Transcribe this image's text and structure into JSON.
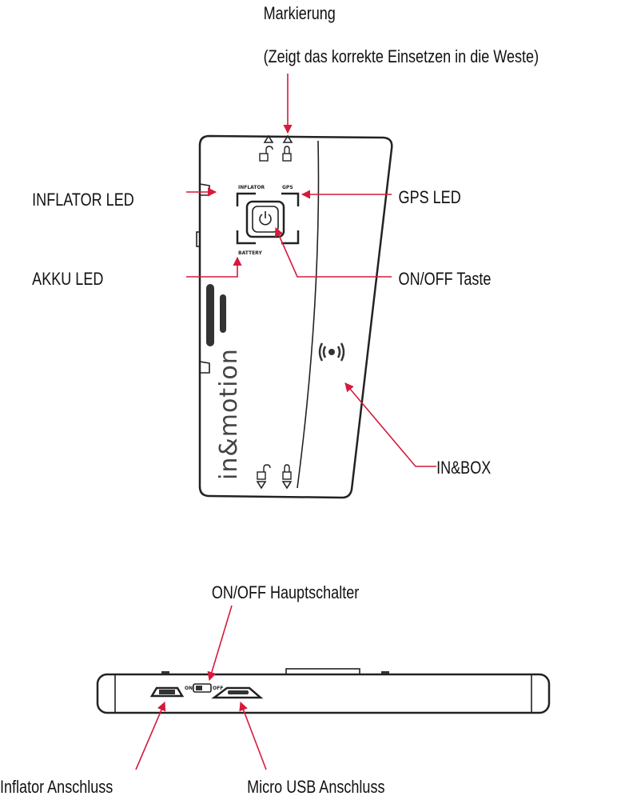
{
  "labels": {
    "markierung": "Markierung",
    "markierung_note": "(Zeigt das korrekte Einsetzen in die Weste)",
    "inflator_led": "INFLATOR LED",
    "gps_led": "GPS LED",
    "akku_led": "AKKU LED",
    "on_off_taste": "ON/OFF Taste",
    "in_box": "IN&BOX",
    "on_off_hauptschalter": "ON/OFF Hauptschalter",
    "inflator_anschluss": "Inflator Anschluss",
    "micro_usb_anschluss": "Micro USB Anschluss"
  },
  "device_print": {
    "inflator": "INFLATOR",
    "gps": "GPS",
    "battery": "BATTERY",
    "brand": "in&motion",
    "switch_on": "ON",
    "switch_off": "OFF"
  },
  "colors": {
    "callout": "#d61a3c",
    "outline": "#222222"
  },
  "icons": [
    "lock-open-icon",
    "lock-closed-icon",
    "power-icon",
    "nfc-icon"
  ]
}
